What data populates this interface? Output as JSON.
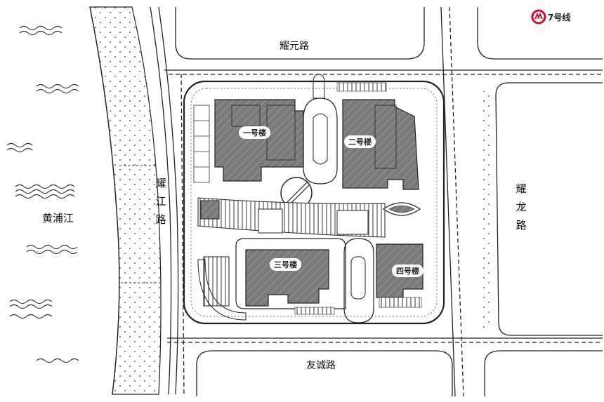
{
  "metro": {
    "line_label": "7号线",
    "icon": "metro-icon",
    "color": "#c8102e"
  },
  "roads": {
    "north": "耀元路",
    "south": "友诚路",
    "west": "耀江路",
    "east": "耀龙路"
  },
  "river": "黄浦江",
  "buildings": {
    "b1": "一号楼",
    "b2": "二号楼",
    "b3": "三号楼",
    "b4": "四号楼"
  },
  "colors": {
    "building": "#6f6f6f",
    "line": "#222222",
    "background": "#ffffff"
  }
}
